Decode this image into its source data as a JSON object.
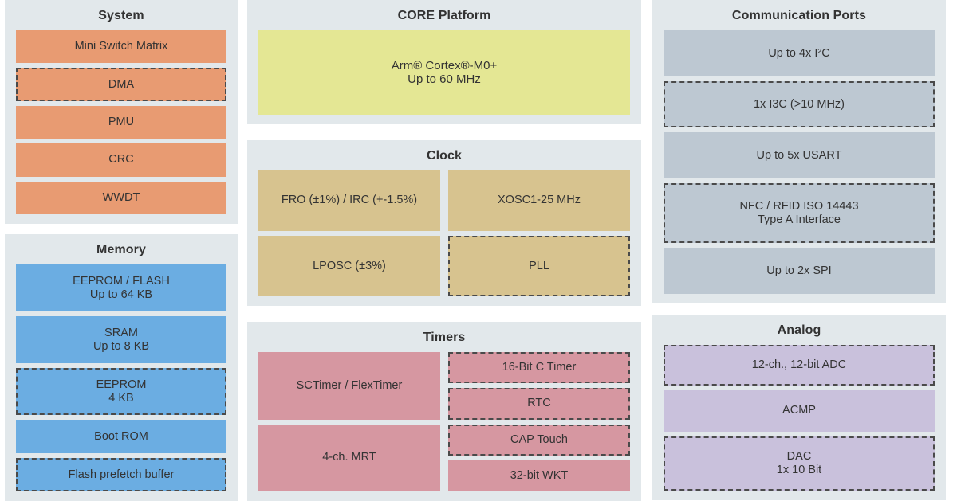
{
  "panels": {
    "system": {
      "title": "System",
      "blocks": [
        {
          "label": "Mini Switch Matrix",
          "dashed": false
        },
        {
          "label": "DMA",
          "dashed": true
        },
        {
          "label": "PMU",
          "dashed": false
        },
        {
          "label": "CRC",
          "dashed": false
        },
        {
          "label": "WWDT",
          "dashed": false
        }
      ]
    },
    "memory": {
      "title": "Memory",
      "blocks": [
        {
          "label": "EEPROM / FLASH\nUp to 64 KB",
          "dashed": false
        },
        {
          "label": "SRAM\nUp to 8 KB",
          "dashed": false
        },
        {
          "label": "EEPROM\n4 KB",
          "dashed": true
        },
        {
          "label": "Boot ROM",
          "dashed": false
        },
        {
          "label": "Flash prefetch buffer",
          "dashed": true
        }
      ]
    },
    "core": {
      "title": "CORE Platform",
      "blocks": [
        {
          "label": "Arm® Cortex®-M0+\nUp to 60 MHz",
          "dashed": false
        }
      ]
    },
    "clock": {
      "title": "Clock",
      "left": [
        {
          "label": "FRO (±1%) / IRC (+-1.5%)",
          "dashed": false
        },
        {
          "label": "LPOSC (±3%)",
          "dashed": false
        }
      ],
      "right": [
        {
          "label": "XOSC1-25 MHz",
          "dashed": false
        },
        {
          "label": "PLL",
          "dashed": true
        }
      ]
    },
    "timers": {
      "title": "Timers",
      "left": [
        {
          "label": "SCTimer / FlexTimer",
          "dashed": false
        },
        {
          "label": "4-ch. MRT",
          "dashed": false
        }
      ],
      "right": [
        {
          "label": "16-Bit C Timer",
          "dashed": true
        },
        {
          "label": "RTC",
          "dashed": true
        },
        {
          "label": "CAP Touch",
          "dashed": true
        },
        {
          "label": "32-bit WKT",
          "dashed": false
        }
      ]
    },
    "comm": {
      "title": "Communication Ports",
      "blocks": [
        {
          "label": "Up to 4x I²C",
          "dashed": false
        },
        {
          "label": "1x I3C (>10 MHz)",
          "dashed": true
        },
        {
          "label": "Up to 5x USART",
          "dashed": false
        },
        {
          "label": "NFC / RFID ISO 14443\nType A Interface",
          "dashed": true
        },
        {
          "label": "Up to 2x SPI",
          "dashed": false
        }
      ]
    },
    "analog": {
      "title": "Analog",
      "blocks": [
        {
          "label": "12-ch., 12-bit ADC",
          "dashed": true
        },
        {
          "label": "ACMP",
          "dashed": false
        },
        {
          "label": "DAC\n1x 10 Bit",
          "dashed": true
        }
      ]
    }
  },
  "colors": {
    "panel_background": "#e2e8eb",
    "page_background": "#ffffff",
    "system": "#e89b72",
    "memory": "#6bade2",
    "core": "#e4e794",
    "clock": "#d7c38f",
    "timers": "#d697a1",
    "comm": "#bdc8d2",
    "analog": "#c9c1dc",
    "dashed_border": "#4a4a4a",
    "text": "#333333"
  }
}
